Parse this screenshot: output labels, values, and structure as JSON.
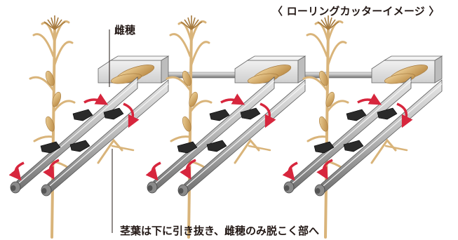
{
  "diagram": {
    "title": "〈 ローリングカッターイメージ 〉",
    "callouts": {
      "top": "雌穂",
      "bottom": "茎葉は下に引き抜き、雌穂のみ脱こく部へ"
    },
    "unit_count": 3,
    "colors": {
      "roller_light": "#c8c8c8",
      "roller_dark": "#6e6e6e",
      "housing": "#e2e2e2",
      "arrow": "#d7263d",
      "plant": "#d9b47a",
      "plant_dark": "#a67a3e",
      "clamp": "#2a2a2a",
      "line": "#231815"
    }
  }
}
